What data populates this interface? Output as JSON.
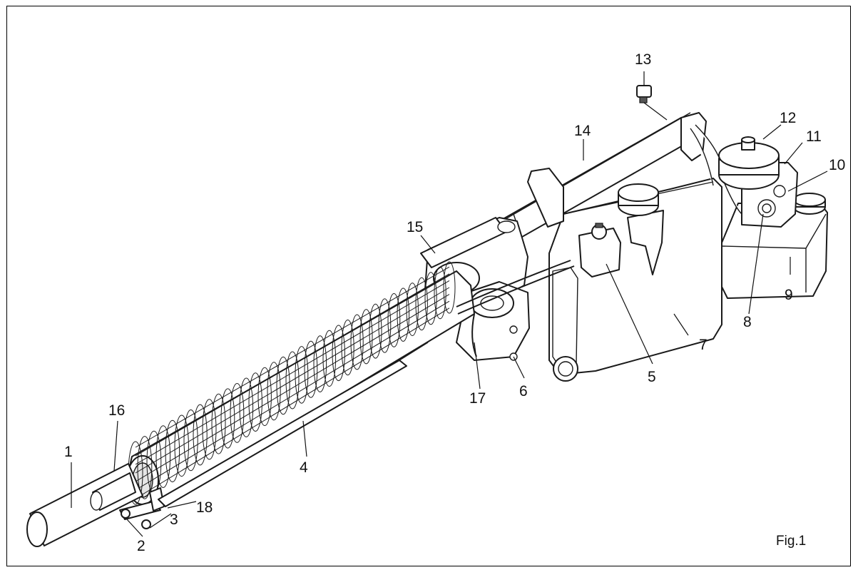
{
  "figure": {
    "label": "Fig.1"
  },
  "callouts": [
    {
      "id": "1",
      "text": "1"
    },
    {
      "id": "2",
      "text": "2"
    },
    {
      "id": "3",
      "text": "3"
    },
    {
      "id": "4",
      "text": "4"
    },
    {
      "id": "5",
      "text": "5"
    },
    {
      "id": "6",
      "text": "6"
    },
    {
      "id": "7",
      "text": "7"
    },
    {
      "id": "8",
      "text": "8"
    },
    {
      "id": "9",
      "text": "9"
    },
    {
      "id": "10",
      "text": "10"
    },
    {
      "id": "11",
      "text": "11"
    },
    {
      "id": "12",
      "text": "12"
    },
    {
      "id": "13",
      "text": "13"
    },
    {
      "id": "14",
      "text": "14"
    },
    {
      "id": "15",
      "text": "15"
    },
    {
      "id": "16",
      "text": "16"
    },
    {
      "id": "17",
      "text": "17"
    },
    {
      "id": "18",
      "text": "18"
    }
  ]
}
